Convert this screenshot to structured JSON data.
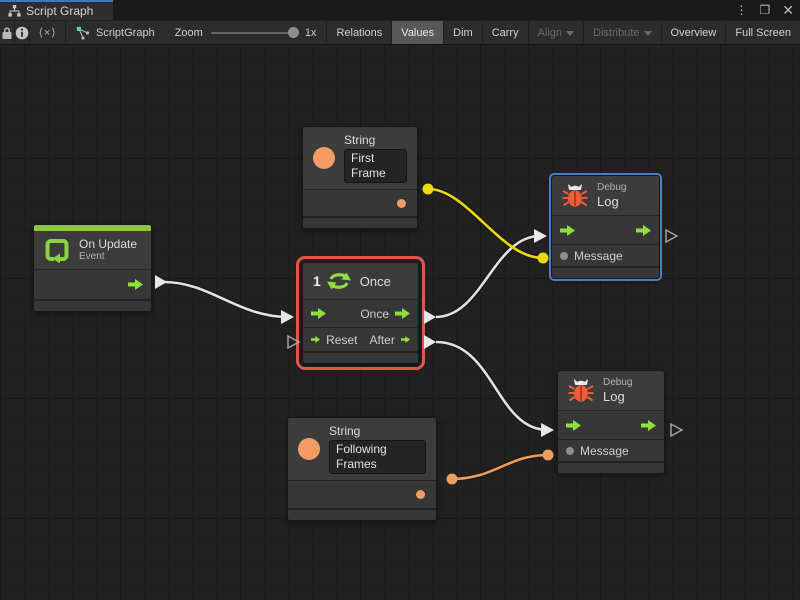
{
  "tab": {
    "title": "Script Graph"
  },
  "window_controls": {
    "menu_icon": "⋮",
    "maximize_icon": "❐",
    "close_icon": "✕"
  },
  "toolbar": {
    "code_label": "⟨×⟩",
    "graph_name": "ScriptGraph",
    "zoom_label": "Zoom",
    "zoom_value": "1x",
    "buttons": [
      {
        "label": "Relations",
        "state": "normal"
      },
      {
        "label": "Values",
        "state": "active"
      },
      {
        "label": "Dim",
        "state": "normal"
      },
      {
        "label": "Carry",
        "state": "normal"
      },
      {
        "label": "Align",
        "state": "disabled",
        "dropdown": true
      },
      {
        "label": "Distribute",
        "state": "disabled",
        "dropdown": true
      },
      {
        "label": "Overview",
        "state": "normal"
      },
      {
        "label": "Full Screen",
        "state": "normal"
      }
    ]
  },
  "graph": {
    "string_first": {
      "title": "String",
      "value": "First Frame"
    },
    "debug_top": {
      "category": "Debug",
      "title": "Log",
      "message_label": "Message"
    },
    "on_update": {
      "title": "On Update",
      "subtitle": "Event"
    },
    "once": {
      "badge": "1",
      "title": "Once",
      "out_once": "Once",
      "in_reset": "Reset",
      "out_after": "After"
    },
    "string_following": {
      "title": "String",
      "value": "Following Frames"
    },
    "debug_bottom": {
      "category": "Debug",
      "title": "Log",
      "message_label": "Message"
    }
  },
  "colors": {
    "flow_green": "#8fe03c",
    "event_green": "#8cc63f",
    "port_orange": "#f39c63",
    "bug_orange": "#f05c35",
    "wire_white": "#e2e2e2",
    "wire_yellow": "#ecd90e",
    "wire_orange": "#ec9e5a",
    "selection_red": "#e0564a",
    "selection_blue": "#4a80c0",
    "tab_accent_blue": "#3e79b9"
  }
}
